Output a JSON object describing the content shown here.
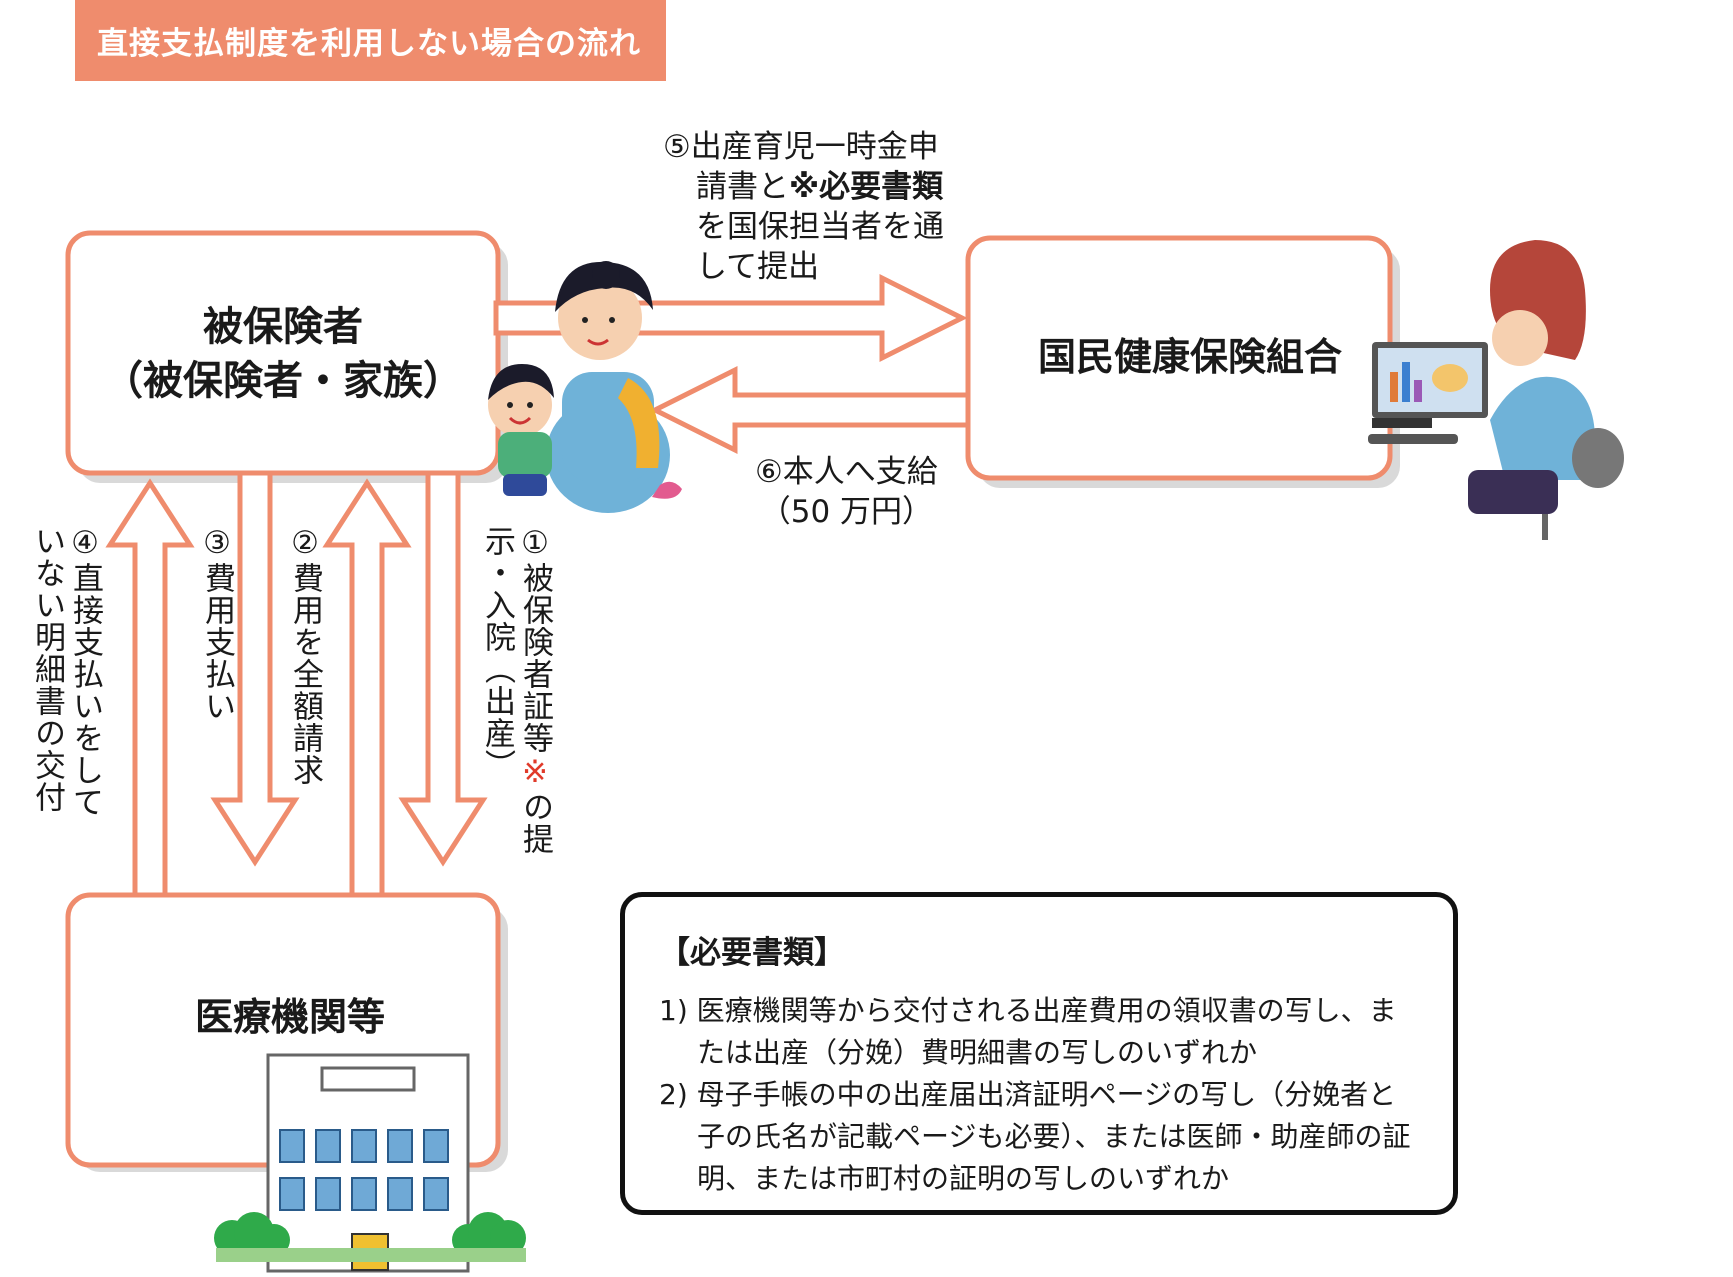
{
  "title": "直接支払制度を利用しない場合の流れ",
  "nodes": {
    "insured_line1": "被保険者",
    "insured_line2": "（被保険者・家族）",
    "union": "国民健康保険組合",
    "medical": "医療機関等"
  },
  "flows": {
    "step1_a": "①被保険者証等",
    "step1_mark": "※",
    "step1_b": "の提",
    "step1_c": "示・入院（出産）",
    "step2": "②費用を全額請求",
    "step3": "③費用支払い",
    "step4_a": "④直接支払いをしてい",
    "step4_b": "ない明細書の交付",
    "step5_a": "⑤出産育児一時金申",
    "step5_b1": "請書と",
    "step5_b2": "※必要書類",
    "step5_c": "を国保担当者を通",
    "step5_d": "して提出",
    "step6_a": "⑥本人へ支給",
    "step6_b": "（50 万円）"
  },
  "note": {
    "title": "【必要書類】",
    "items": [
      "1) 医療機関等から交付される出産費用の領収書の写し、または出産（分娩）費明細書の写しのいずれか",
      "2) 母子手帳の中の出産届出済証明ページの写し（分娩者と子の氏名が記載ページも必要）、または医師・助産師の証明、または市町村の証明の写しのいずれか"
    ]
  },
  "colors": {
    "accent": "#ef8c6d",
    "shadow": "#d9d9d9"
  },
  "icons": [
    "mother-child-icon",
    "office-worker-icon",
    "hospital-building-icon"
  ]
}
